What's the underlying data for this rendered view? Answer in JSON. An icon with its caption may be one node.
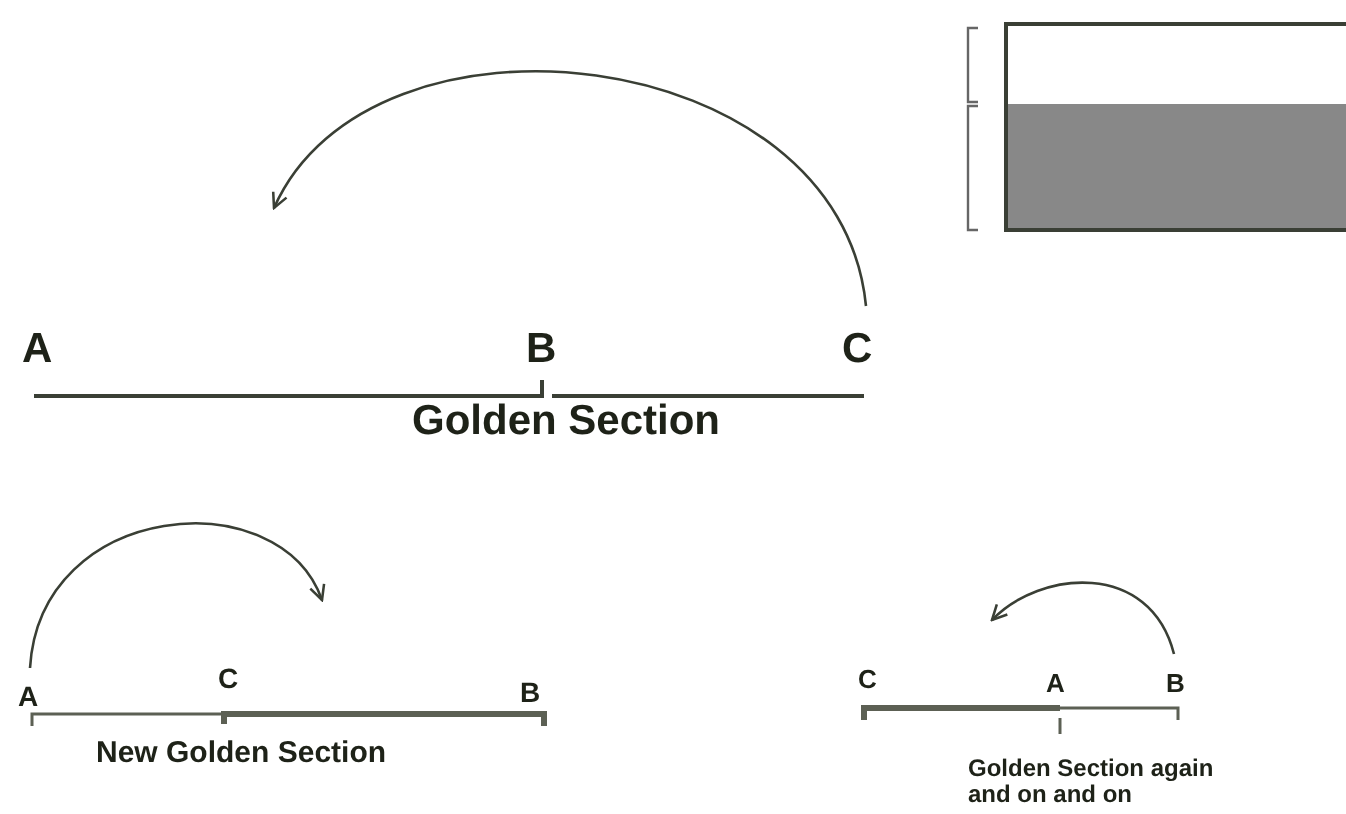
{
  "diagram": {
    "labels": [
      "A",
      "B",
      "C",
      "Golden Section",
      "A",
      "C",
      "B",
      "New Golden Section",
      "C",
      "A",
      "B",
      "Golden Section again and on and on"
    ]
  }
}
